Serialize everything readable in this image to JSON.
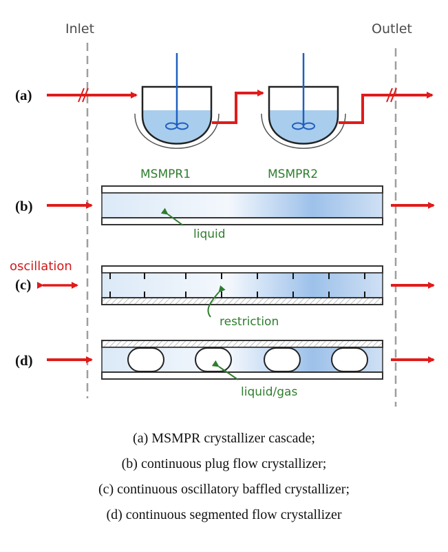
{
  "header": {
    "inlet": "Inlet",
    "outlet": "Outlet"
  },
  "rows": {
    "a": "(a)",
    "b": "(b)",
    "c": "(c)",
    "d": "(d)"
  },
  "tanks": {
    "t1": "MSMPR1",
    "t2": "MSMPR2"
  },
  "annotations": {
    "liquid": "liquid",
    "oscillation": "oscillation",
    "restriction": "restriction",
    "liquid_gas": "liquid/gas"
  },
  "captions": [
    "(a) MSMPR crystallizer cascade;",
    "(b) continuous plug flow crystallizer;",
    "(c) continuous oscillatory baffled crystallizer;",
    "(d) continuous segmented flow crystallizer"
  ],
  "colors": {
    "flow_red": "#e01b1b",
    "annotation_green": "#2e7d2e",
    "stirrer_blue": "#1f5fbf",
    "liquid_blue": "#a9cdec"
  }
}
